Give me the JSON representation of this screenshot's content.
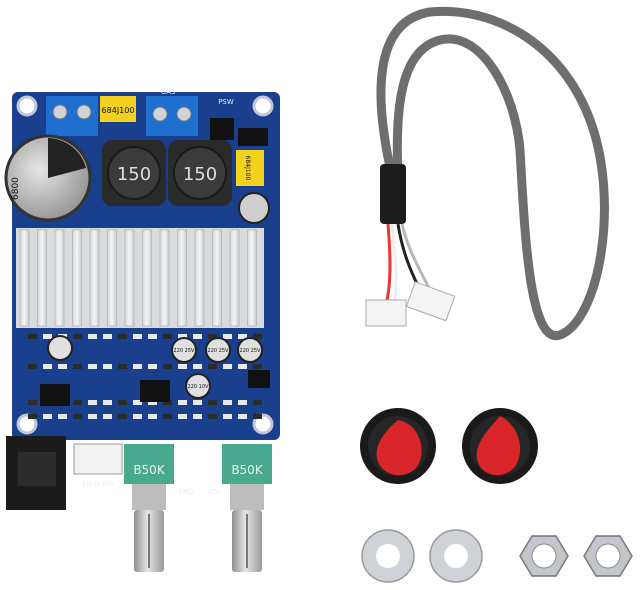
{
  "product": {
    "labels": {
      "cap_left": "684J100",
      "cap_right": "684J100",
      "inductor_left": "150",
      "inductor_right": "150",
      "silk_top": "GAS",
      "silk_psw": "PSW",
      "electro_1": "220 25V",
      "electro_2": "220 25V",
      "electro_3": "220 25V",
      "electro_4": "220 10V",
      "connector": "Lin G Rin",
      "freq_label": "FRQ",
      "vol_label": "VOL",
      "pot_left": "B50K",
      "pot_right": "B50K",
      "big_cap": "6800"
    }
  },
  "colors": {
    "pcb": "#1a3f8c",
    "pcb_dark": "#123070",
    "terminal": "#1f6fd0",
    "cap_yellow": "#f2d21e",
    "pot_green": "#4aa88e",
    "knob_red": "#d8262b",
    "cable": "#6e6e6e"
  }
}
